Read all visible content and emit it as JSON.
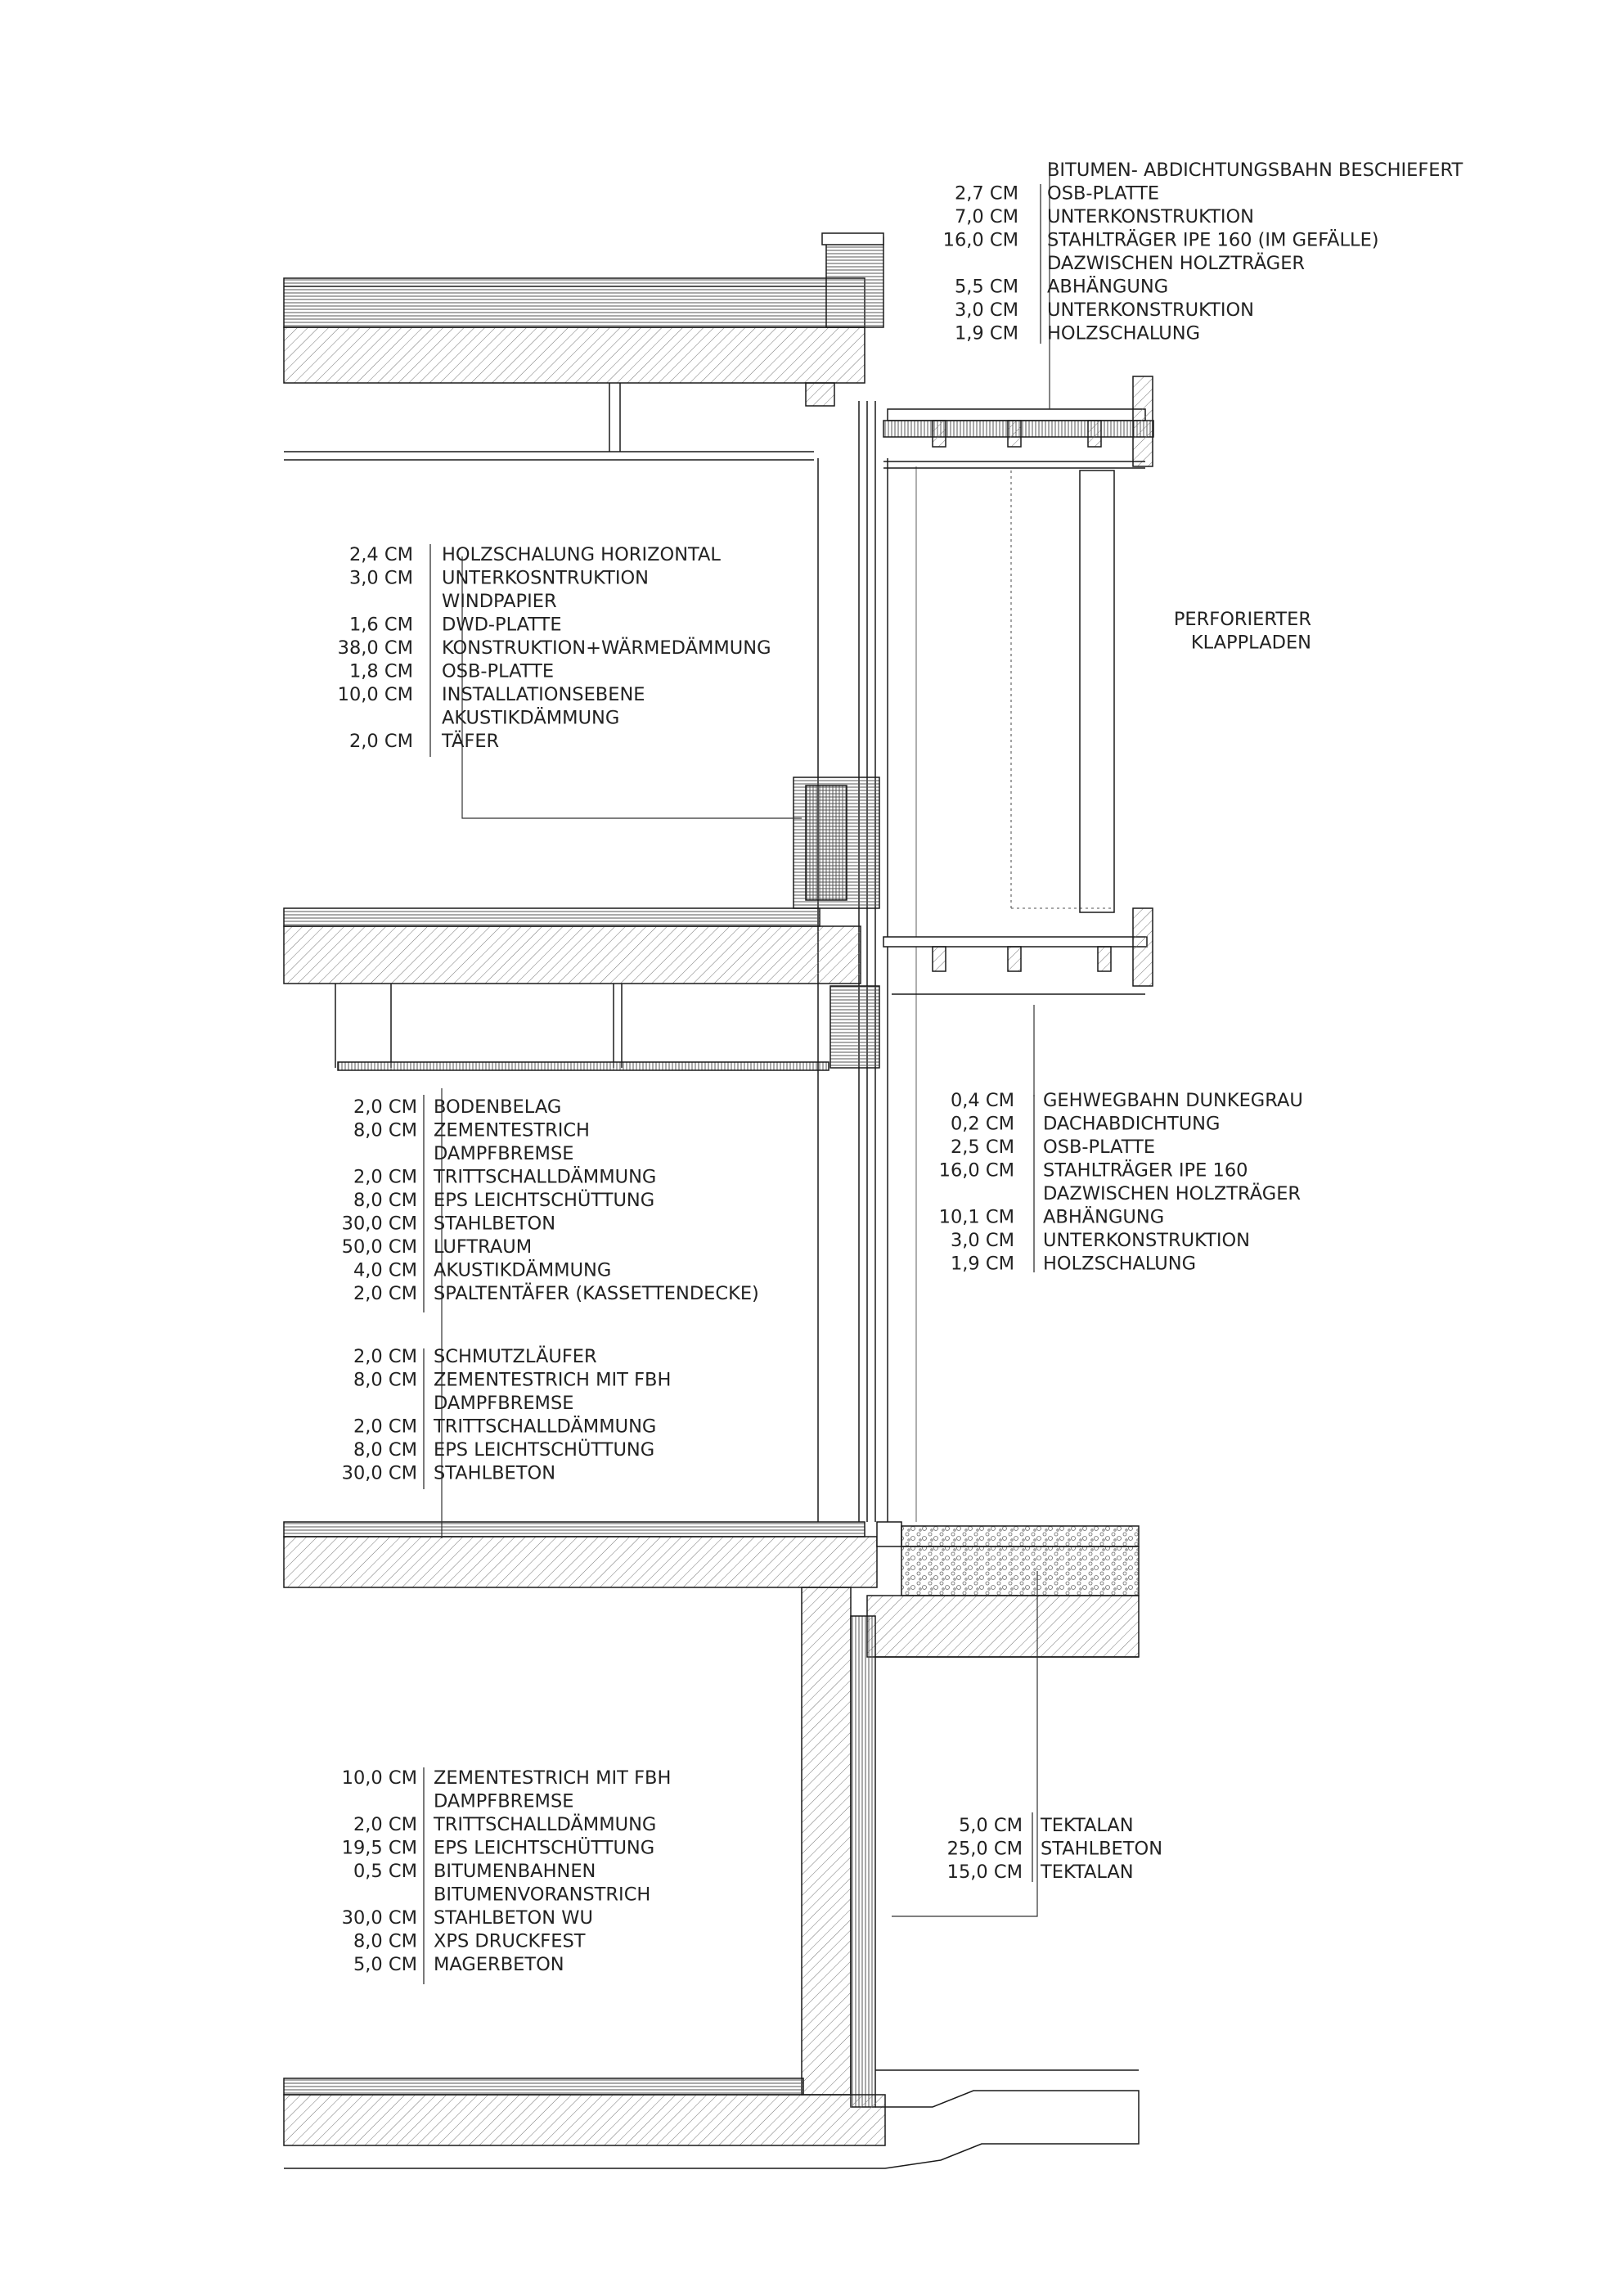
{
  "stroke_color": "#1a1a1a",
  "hatch_color": "#555555",
  "roof_layers": [
    {
      "thickness": "",
      "label": "BITUMEN- ABDICHTUNGSBAHN BESCHIEFERT"
    },
    {
      "thickness": "2,7 CM",
      "label": "OSB-PLATTE"
    },
    {
      "thickness": "7,0 CM",
      "label": "UNTERKONSTRUKTION"
    },
    {
      "thickness": "16,0 CM",
      "label": "STAHLTRÄGER IPE 160 (IM GEFÄLLE)"
    },
    {
      "thickness": "",
      "label": "DAZWISCHEN HOLZTRÄGER"
    },
    {
      "thickness": "5,5 CM",
      "label": "ABHÄNGUNG"
    },
    {
      "thickness": "3,0 CM",
      "label": "UNTERKONSTRUKTION"
    },
    {
      "thickness": "1,9 CM",
      "label": "HOLZSCHALUNG"
    }
  ],
  "wall_layers": [
    {
      "thickness": "2,4 CM",
      "label": "HOLZSCHALUNG HORIZONTAL"
    },
    {
      "thickness": "3,0 CM",
      "label": "UNTERKOSNTRUKTION"
    },
    {
      "thickness": "",
      "label": "WINDPAPIER"
    },
    {
      "thickness": "1,6 CM",
      "label": "DWD-PLATTE"
    },
    {
      "thickness": "38,0 CM",
      "label": "KONSTRUKTION+WÄRMEDÄMMUNG"
    },
    {
      "thickness": "1,8 CM",
      "label": "OSB-PLATTE"
    },
    {
      "thickness": "10,0 CM",
      "label": "INSTALLATIONSEBENE"
    },
    {
      "thickness": "",
      "label": "AKUSTIKDÄMMUNG"
    },
    {
      "thickness": "2,0 CM",
      "label": "TÄFER"
    }
  ],
  "shutter_label": [
    "PERFORIERTER",
    "KLAPPLADEN"
  ],
  "intermediate_floor_layers": [
    {
      "thickness": "2,0 CM",
      "label": "BODENBELAG"
    },
    {
      "thickness": "8,0 CM",
      "label": "ZEMENTESTRICH"
    },
    {
      "thickness": "",
      "label": " DAMPFBREMSE"
    },
    {
      "thickness": "2,0 CM",
      "label": "TRITTSCHALLDÄMMUNG"
    },
    {
      "thickness": "8,0 CM",
      "label": "EPS LEICHTSCHÜTTUNG"
    },
    {
      "thickness": "30,0 CM",
      "label": "STAHLBETON"
    },
    {
      "thickness": "50,0 CM",
      "label": "LUFTRAUM"
    },
    {
      "thickness": "4,0 CM",
      "label": "AKUSTIKDÄMMUNG"
    },
    {
      "thickness": "2,0 CM",
      "label": "SPALTENTÄFER (KASSETTENDECKE)"
    }
  ],
  "balcony_layers": [
    {
      "thickness": "0,4 CM",
      "label": "GEHWEGBAHN DUNKEGRAU"
    },
    {
      "thickness": "0,2 CM",
      "label": "DACHABDICHTUNG"
    },
    {
      "thickness": "2,5 CM",
      "label": "OSB-PLATTE"
    },
    {
      "thickness": "16,0 CM",
      "label": "STAHLTRÄGER IPE 160"
    },
    {
      "thickness": "",
      "label": "DAZWISCHEN HOLZTRÄGER"
    },
    {
      "thickness": "10,1 CM",
      "label": "ABHÄNGUNG"
    },
    {
      "thickness": "3,0 CM",
      "label": "UNTERKONSTRUKTION"
    },
    {
      "thickness": "1,9 CM",
      "label": "HOLZSCHALUNG"
    }
  ],
  "ground_floor_layers": [
    {
      "thickness": "2,0 CM",
      "label": "SCHMUTZLÄUFER"
    },
    {
      "thickness": "8,0 CM",
      "label": "ZEMENTESTRICH MIT FBH"
    },
    {
      "thickness": "",
      "label": "DAMPFBREMSE"
    },
    {
      "thickness": "2,0 CM",
      "label": "TRITTSCHALLDÄMMUNG"
    },
    {
      "thickness": "8,0 CM",
      "label": "EPS LEICHTSCHÜTTUNG"
    },
    {
      "thickness": "30,0 CM",
      "label": "STAHLBETON"
    }
  ],
  "basement_wall_layers": [
    {
      "thickness": "5,0 CM",
      "label": "TEKTALAN"
    },
    {
      "thickness": "25,0 CM",
      "label": "STAHLBETON"
    },
    {
      "thickness": "15,0 CM",
      "label": "TEKTALAN"
    }
  ],
  "basement_floor_layers": [
    {
      "thickness": "10,0 CM",
      "label": "ZEMENTESTRICH MIT FBH"
    },
    {
      "thickness": "",
      "label": "DAMPFBREMSE"
    },
    {
      "thickness": "2,0 CM",
      "label": "TRITTSCHALLDÄMMUNG"
    },
    {
      "thickness": "19,5 CM",
      "label": "EPS LEICHTSCHÜTTUNG"
    },
    {
      "thickness": "0,5 CM",
      "label": "BITUMENBAHNEN"
    },
    {
      "thickness": "",
      "label": "BITUMENVORANSTRICH"
    },
    {
      "thickness": "30,0 CM",
      "label": "STAHLBETON WU"
    },
    {
      "thickness": "8,0 CM",
      "label": "XPS DRUCKFEST"
    },
    {
      "thickness": "5,0 CM",
      "label": "MAGERBETON"
    }
  ]
}
